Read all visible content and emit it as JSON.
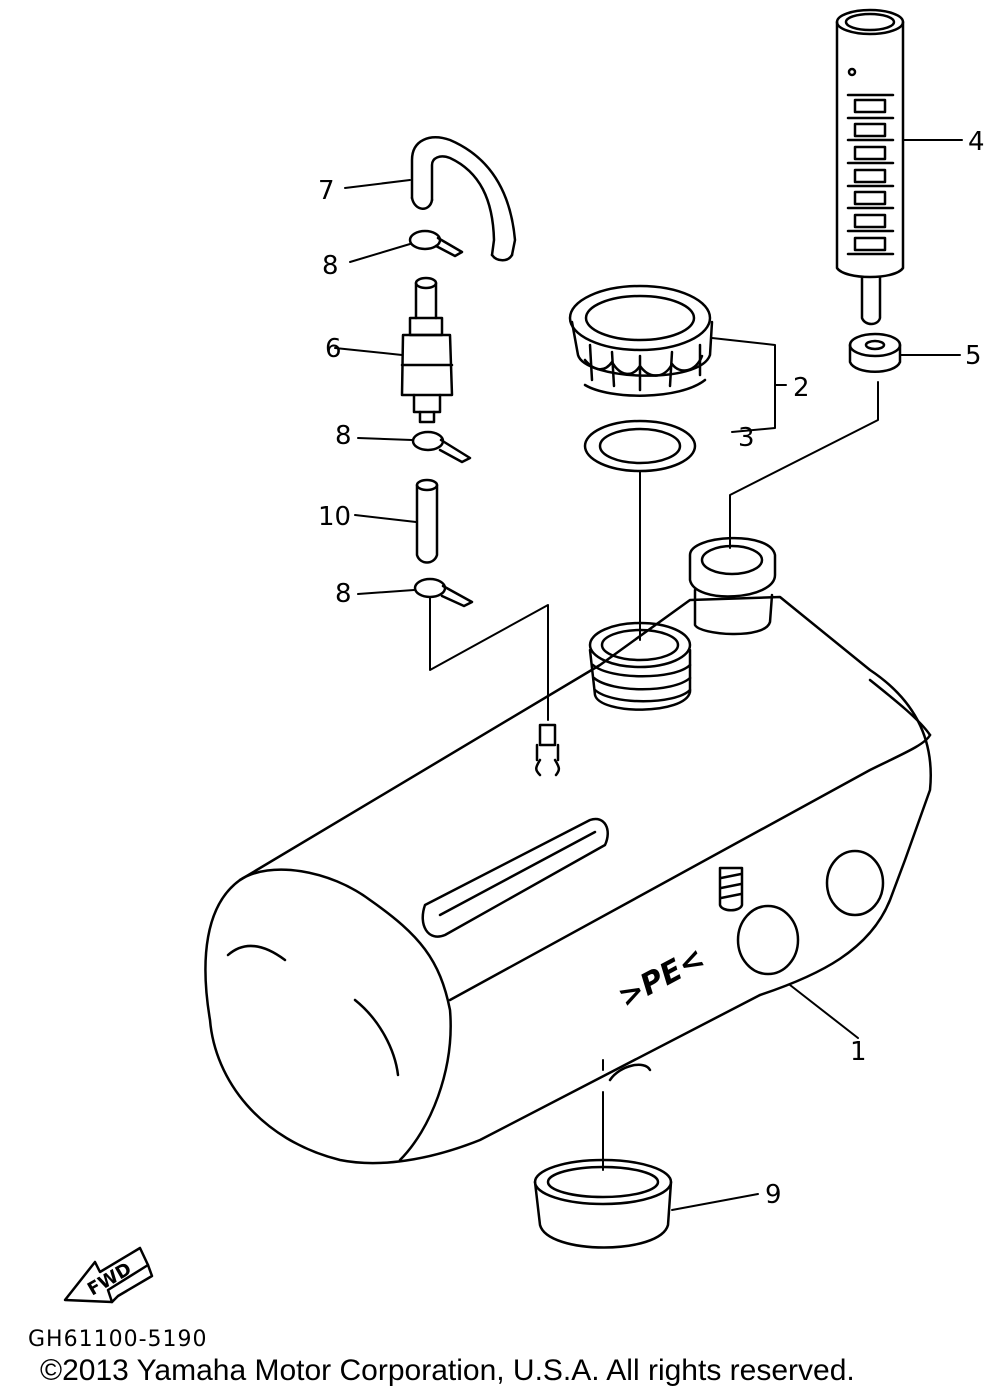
{
  "diagram": {
    "callouts": [
      "1",
      "2",
      "3",
      "4",
      "5",
      "6",
      "7",
      "8",
      "8",
      "8",
      "9",
      "10"
    ],
    "tank_marking": ">PE<",
    "direction_label": "FWD",
    "part_code": "GH61100-5190",
    "line_color": "#000000",
    "background_color": "#ffffff"
  },
  "footer": {
    "copyright": "©2013 Yamaha Motor Corporation, U.S.A. All rights reserved."
  }
}
